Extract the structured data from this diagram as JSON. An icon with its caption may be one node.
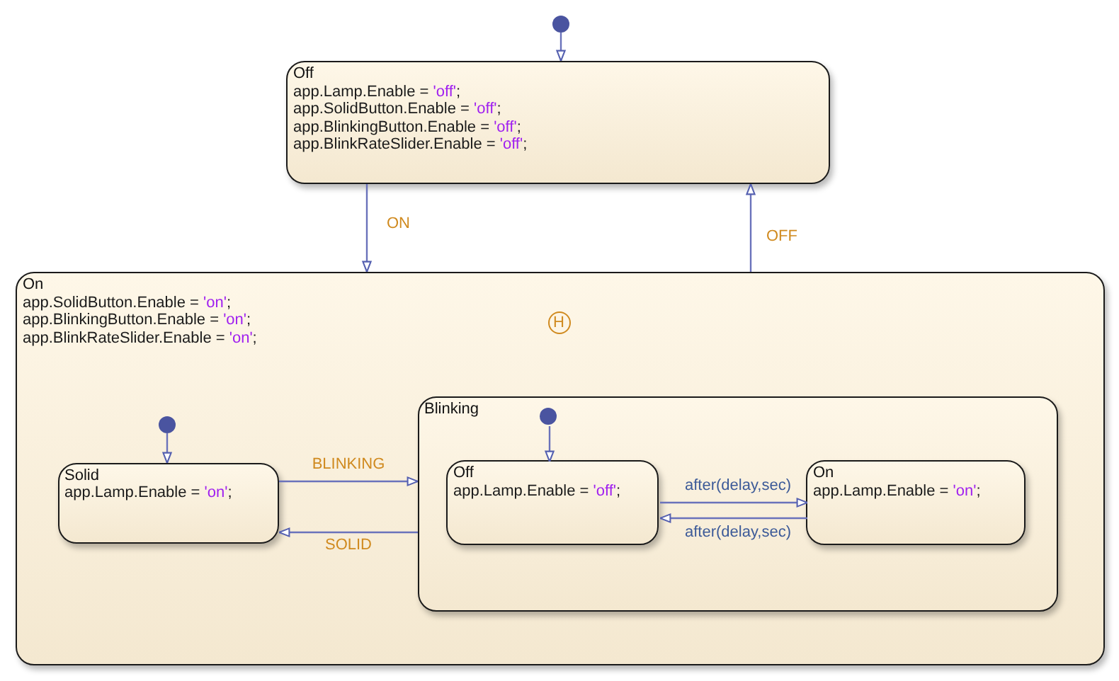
{
  "diagram": {
    "nodes": [
      {
        "text": [],
        "shape": "circle"
      },
      {
        "text": [
          "Off",
          "app.Lamp.Enable = 'off';",
          "app.SolidButton.Enable = 'off';",
          "app.BlinkingButton.Enable = 'off';",
          "app.BlinkRateSlider.Enable = 'off';"
        ]
      },
      {
        "text": [
          "On",
          "app.SolidButton.Enable = 'on';",
          "app.BlinkingButton.Enable = 'on';",
          "app.BlinkRateSlider.Enable = 'on';"
        ]
      },
      {
        "text": [
          "H"
        ],
        "in": 2
      },
      {
        "text": [],
        "shape": "circle",
        "in": 2
      },
      {
        "text": [
          "Solid",
          "app.Lamp.Enable = 'on';"
        ],
        "in": 2
      },
      {
        "text": [
          "Blinking"
        ],
        "in": 2
      },
      {
        "text": [],
        "shape": "circle",
        "in": 6
      },
      {
        "text": [
          "Off",
          "app.Lamp.Enable = 'off';"
        ],
        "in": 6
      },
      {
        "text": [
          "On",
          "app.Lamp.Enable = 'on';"
        ],
        "in": 6
      }
    ],
    "edges": [
      {
        "from": 0,
        "to": 1,
        "arrow": "to"
      },
      {
        "from": 1,
        "to": 2,
        "arrow": "to",
        "label": "ON"
      },
      {
        "from": 2,
        "to": 1,
        "arrow": "to",
        "label": "OFF"
      },
      {
        "from": 4,
        "to": 5,
        "arrow": "to"
      },
      {
        "from": 5,
        "to": 6,
        "arrow": "to",
        "label": "BLINKING"
      },
      {
        "from": 6,
        "to": 5,
        "arrow": "to",
        "label": "SOLID"
      },
      {
        "from": 7,
        "to": 8,
        "arrow": "to"
      },
      {
        "from": 8,
        "to": 9,
        "arrow": "to",
        "label": "after(delay,sec)"
      },
      {
        "from": 9,
        "to": 8,
        "arrow": "to",
        "label": "after(delay,sec)"
      }
    ]
  }
}
